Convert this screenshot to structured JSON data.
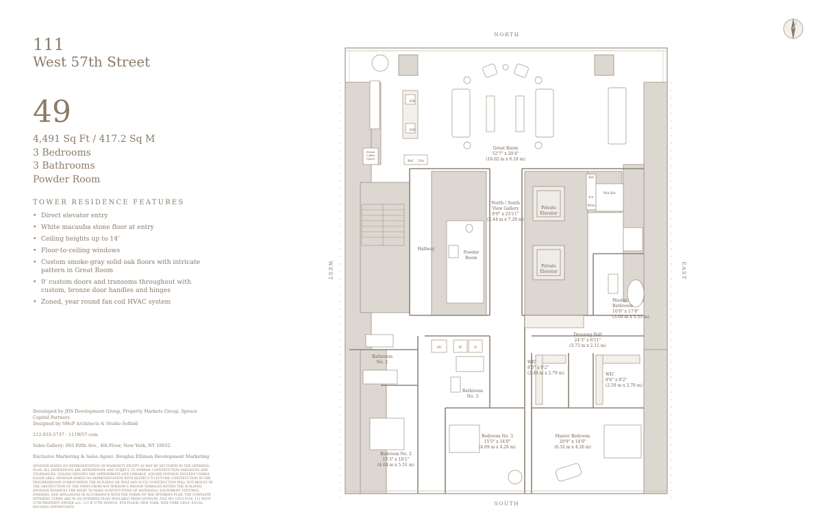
{
  "building": {
    "number": "111",
    "name": "West 57th Street"
  },
  "unit": {
    "floor": "49",
    "area": "4,491 Sq Ft / 417.2 Sq M",
    "bedrooms": "3 Bedrooms",
    "bathrooms": "3 Bathrooms",
    "powder": "Powder Room"
  },
  "features": {
    "title": "TOWER RESIDENCE FEATURES",
    "items": [
      "Direct elevator entry",
      "White macauba stone floor at entry",
      "Ceiling heights up to 14'",
      "Floor-to-ceiling windows",
      "Custom smoke-gray solid oak floors with intricate pattern in Great Room",
      "9' custom doors and transoms throughout with custom, bronze door handles and hinges",
      "Zoned, year round fan coil HVAC system"
    ]
  },
  "credits": {
    "developer": "Developed by JDS Development Group, Property Markets Group, Spruce Capital Partners",
    "designer": "Designed by SHoP Architects & Studio Sofield",
    "phone_web": "212-933-5737  ·  111W57.com",
    "gallery": "Sales Gallery: 693 Fifth Ave., 4th Floor, New York, NY 10022",
    "agent": "Exclusive Marketing & Sales Agent: Douglas Elliman Development Marketing",
    "disclaimer": "SPONSOR MAKES NO REPRESENTATION OR WARRANTY EXCEPT AS MAY BE SET FORTH IN THE OFFERING PLAN. ALL DIMENSIONS ARE APPROXIMATE AND SUBJECT TO NORMAL CONSTRUCTION VARIANCES AND TOLERANCES. CEILING HEIGHTS ARE APPROXIMATE AND VARIABLE. SQUARE FOOTAGE EXCEEDS USABLE FLOOR AREA. SPONSOR MAKES NO REPRESENTATION WITH RESPECT TO FUTURE CONSTRUCTION IN THE NEIGHBORHOOD SURROUNDING THE BUILDING OR THAT ANY SUCH CONSTRUCTION WILL NOT RESULT IN THE OBSTRUCTION OF THE VIEWS FROM ANY WINDOW'S INDOOR TERRACES WITHIN THE BUILDING. SPONSOR RESERVES THE RIGHT TO MAKE SUBSTITUTIONS OF MATERIALS, EQUIPMENT, FIXTURES, FINISHES, AND APPLIANCES IN ACCORDANCE WITH THE TERMS OF THE OFFERING PLAN. THE COMPLETE OFFERING TERMS ARE IN AN OFFERING PLAN AVAILABLE FROM SPONSOR. FILE NO. CD13-0116. 111 WEST 57TH PROPERTY OWNER LLC, 111 W 57TH AVENUE, 4TH FLOOR, NEW YORK, NEW YORK 10010. EQUAL HOUSING OPPORTUNITY."
  },
  "compass": {
    "north": "NORTH",
    "south": "SOUTH",
    "east": "EAST",
    "west": "WEST"
  },
  "rooms": {
    "great_room": [
      "Great Room",
      "52'7\" x 20'4\"",
      "(16.02 m x 6.19 m)"
    ],
    "gallery": [
      "North / South",
      "View Gallery",
      "8'0\" x 23'11\"",
      "(2.44 m x 7.29 m)"
    ],
    "hallway": "Hallway",
    "powder_room": [
      "Powder",
      "Room"
    ],
    "elevator1": [
      "Private",
      "Elevator"
    ],
    "elevator2": [
      "Private",
      "Elevator"
    ],
    "master_bath": [
      "Master",
      "Bathroom",
      "10'0\" x 17'6\"",
      "(3.04 m x 5.33 m)"
    ],
    "dressing_hall": [
      "Dressing Hall",
      "24'3\" x 6'11\"",
      "(3.73 m x 2.11 m)"
    ],
    "wic1": [
      "WIC",
      "8'0\" x 9'2\"",
      "(2.44 m x 2.79 m)"
    ],
    "wic2": [
      "WIC",
      "8'6\" x 9'2\"",
      "(2.59 m x 2.79 m)"
    ],
    "bath2": [
      "Bathroom",
      "No. 2"
    ],
    "bath3": [
      "Bathroom",
      "No. 3"
    ],
    "bed2": [
      "Bedroom No. 2",
      "15'3\" x 18'1\"",
      "(4.64 m x 5.51 m)"
    ],
    "bed3": [
      "Bedroom No. 3",
      "15'5\" x 14'0\"",
      "(4.69 m x 4.26 m)"
    ],
    "master_bed": [
      "Master Bedroom",
      "20'9\" x 14'0\"",
      "(6.32 m x 4.26 m)"
    ]
  },
  "fixtures": {
    "dw1": "DW",
    "dw2": "DW",
    "cooktop": "",
    "coffee": [
      "Steam",
      "Coffee",
      "Speed"
    ],
    "ref": "Ref",
    "frz": "Frz",
    "wine_bar": "Wet Bar",
    "ref2": "Ref",
    "ice": "Ice",
    "wine": "Wine",
    "av": "AV",
    "w": "W",
    "d": "D"
  }
}
